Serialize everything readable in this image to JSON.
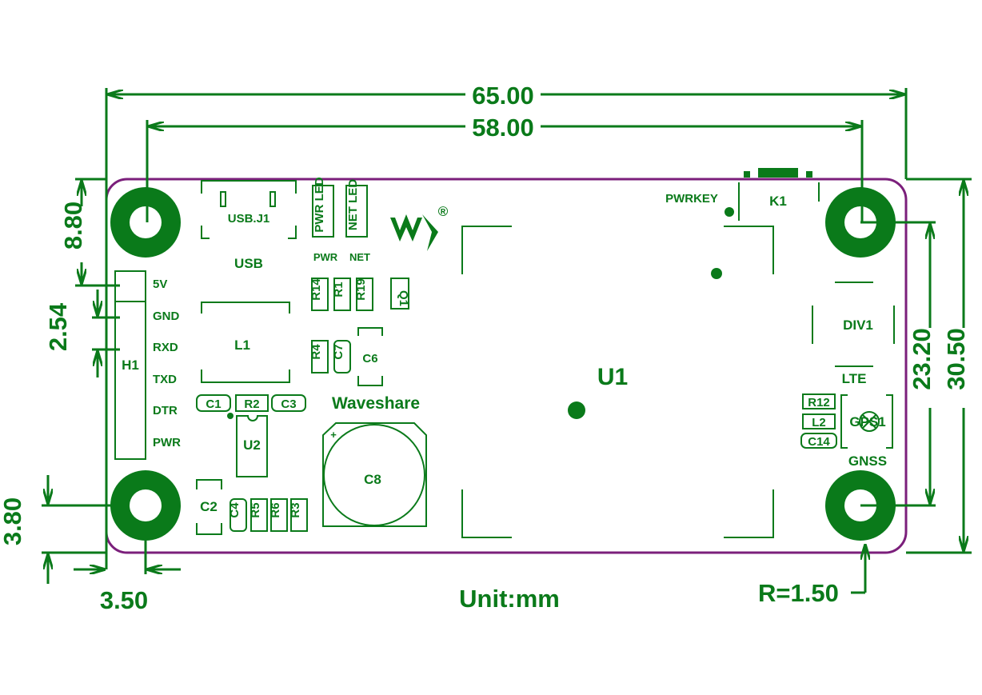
{
  "dimensions": {
    "width_total": "65.00",
    "width_holes": "58.00",
    "height_total": "30.50",
    "height_holes": "23.20",
    "top_edge_to_hole": "8.80",
    "pin_pitch": "2.54",
    "bottom_offset": "3.80",
    "left_offset": "3.50",
    "corner_radius": "R=1.50",
    "unit": "Unit:mm"
  },
  "header": {
    "label": "H1",
    "pins": [
      "5V",
      "GND",
      "RXD",
      "TXD",
      "DTR",
      "PWR"
    ]
  },
  "components": {
    "usb_j1": "USB.J1",
    "usb": "USB",
    "l1": "L1",
    "pwr_led": "PWR LED",
    "net_led": "NET LED",
    "pwr": "PWR",
    "net": "NET",
    "r14": "R14",
    "r1": "R1",
    "r19": "R19",
    "q1": "Q1",
    "r4": "R4",
    "c7": "C7",
    "c6": "C6",
    "brand": "Waveshare",
    "c1": "C1",
    "r2": "R2",
    "c3": "C3",
    "u2": "U2",
    "c8": "C8",
    "c8_plus": "+",
    "c2": "C2",
    "c4": "C4",
    "r5": "R5",
    "r6": "R6",
    "r3": "R3",
    "u1": "U1",
    "pwrkey": "PWRKEY",
    "k1": "K1",
    "div1": "DIV1",
    "lte": "LTE",
    "r12": "R12",
    "l2": "L2",
    "c14": "C14",
    "gps1": "GPS1",
    "gnss": "GNSS",
    "registered": "®"
  },
  "colors": {
    "silkscreen": "#0a7a1a",
    "board_outline": "#7b1f7b"
  }
}
